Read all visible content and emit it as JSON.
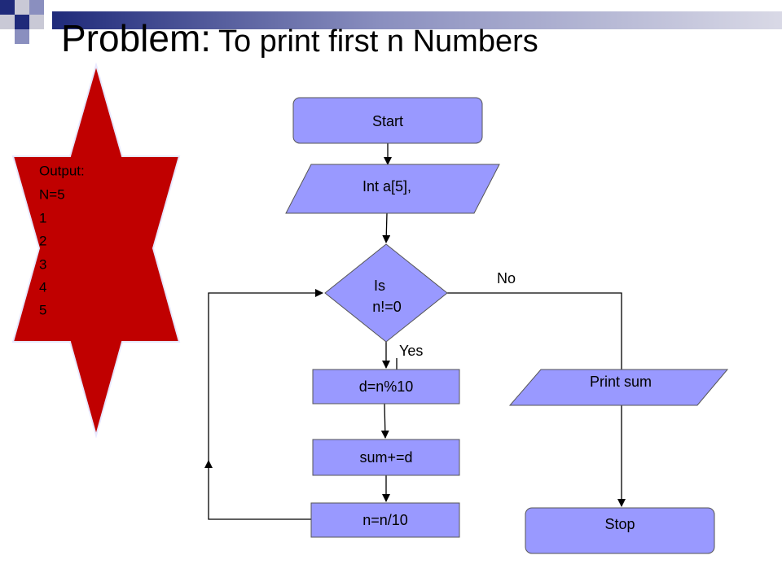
{
  "title": {
    "main": "Problem:",
    "rest": "To print first n Numbers"
  },
  "output_box": {
    "lines": [
      "Output:",
      "N=5",
      "1",
      "2",
      "3",
      "4",
      "5"
    ],
    "fill": "#c00000"
  },
  "nodes": {
    "start": "Start",
    "input": "Int a[5],",
    "decision_line1": "Is",
    "decision_line2": "n!=0",
    "mod": "d=n%10",
    "sum": "sum+=d",
    "divide": "n=n/10",
    "print": "Print sum",
    "stop": "Stop"
  },
  "edges": {
    "yes": "Yes",
    "no": "No"
  },
  "colors": {
    "node_fill": "#9999ff",
    "accent_blue": "#1f2a7a",
    "accent_gray": "#c0c0c0"
  }
}
